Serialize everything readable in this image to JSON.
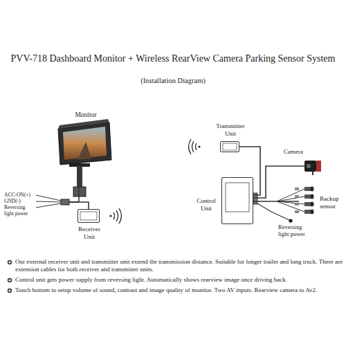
{
  "diagram": {
    "title": "PVV-718 Dashboard Monitor + Wireless RearView Camera Parking Sensor System",
    "nodes": [
      {
        "text": [
          "Monitor"
        ]
      },
      {
        "text": [
          "Receiver Unit"
        ]
      },
      {
        "text": [
          "Transmitter Unit"
        ]
      },
      {
        "text": [
          "Camera"
        ]
      },
      {
        "text": [
          "Control Unit"
        ]
      },
      {
        "text": [
          "Backup sensor"
        ]
      }
    ],
    "edges": [
      {
        "from": 0,
        "to": 1,
        "arrow": "none"
      },
      {
        "from": 2,
        "to": 4,
        "arrow": "none"
      },
      {
        "from": 3,
        "to": 4,
        "arrow": "none"
      },
      {
        "from": 4,
        "to": 5,
        "arrow": "none"
      }
    ],
    "labels": [
      "(Installation Diagram)",
      "ACC-ON(+)",
      "GND(-)",
      "Reversing light power",
      "Reversing light power",
      "Our external receiver unit and transmitter unit extend the transmission distance. Suitable for longer trailer and long truck. There are extension cables for both receiver and transmitter units.",
      "Control unit gets power supply from reversing light. Automatically shows rearview image once driving back.",
      "Touch bottom to setup volume of sound, contrast and image quality of monitor. Two AV inputs. Rearview camera to Av2."
    ]
  }
}
